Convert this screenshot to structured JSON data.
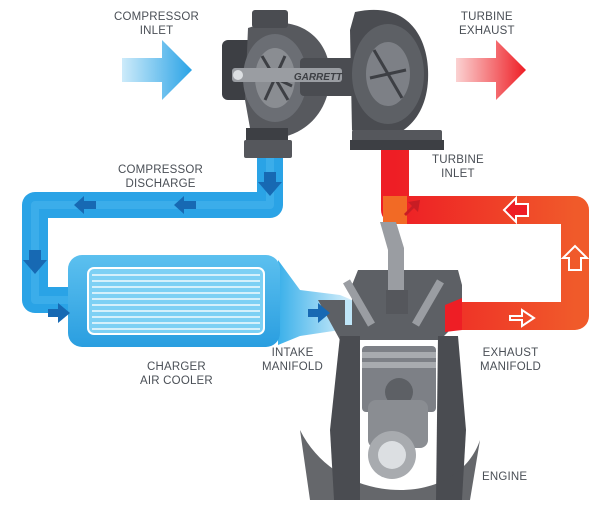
{
  "labels": {
    "compressor_inlet": [
      "COMPRESSOR",
      "INLET"
    ],
    "turbine_exhaust": [
      "TURBINE",
      "EXHAUST"
    ],
    "compressor_discharge": [
      "COMPRESSOR",
      "DISCHARGE"
    ],
    "turbine_inlet": [
      "TURBINE",
      "INLET"
    ],
    "charger_air_cooler": [
      "CHARGER",
      "AIR COOLER"
    ],
    "intake_manifold": [
      "INTAKE",
      "MANIFOLD"
    ],
    "exhaust_manifold": [
      "EXHAUST",
      "MANIFOLD"
    ],
    "engine": [
      "ENGINE"
    ]
  },
  "logo_text": "GARRETT",
  "colors": {
    "cold_air": "#2aa3e6",
    "cold_air_light": "#bfe6f8",
    "hot_exhaust": "#ee1e25",
    "warm_exhaust": "#f7a21b",
    "metal_dark": "#3d3f44",
    "metal_mid": "#6b6e74",
    "metal_light": "#9a9da2",
    "label_text": "#4a4f56"
  },
  "icons": [
    "inlet-arrow-icon",
    "exhaust-arrow-icon",
    "flow-arrow-icon"
  ]
}
